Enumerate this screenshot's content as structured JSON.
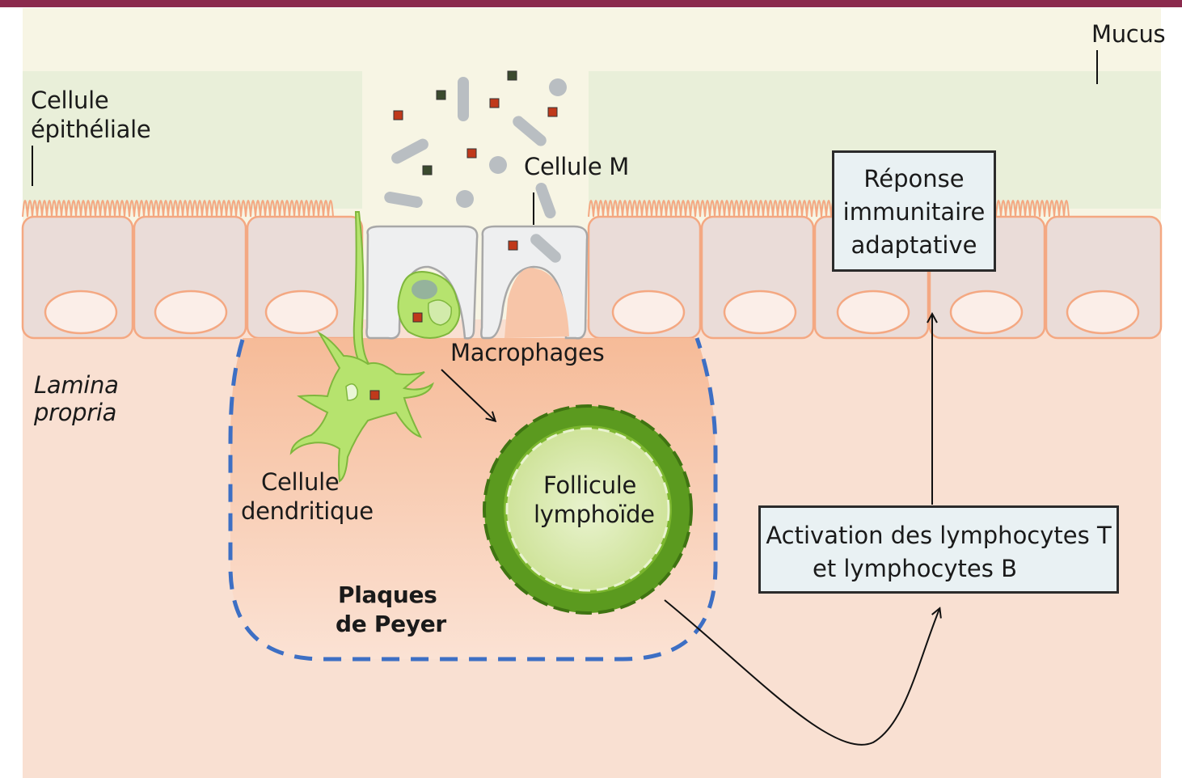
{
  "labels": {
    "mucus": "Mucus",
    "epithelial_line1": "Cellule",
    "epithelial_line2": "épithéliale",
    "m_cell": "Cellule M",
    "macrophages": "Macrophages",
    "lamina_line1": "Lamina",
    "lamina_line2": "propria",
    "dendritic_line1": "Cellule",
    "dendritic_line2": "dendritique",
    "follicle_line1": "Follicule",
    "follicle_line2": "lymphoïde",
    "peyer_line1": "Plaques",
    "peyer_line2": "de Peyer"
  },
  "boxes": {
    "adaptive_response": [
      "Réponse",
      "immunitaire",
      "adaptative"
    ],
    "activation": [
      "Activation des lymphocytes T",
      "et lymphocytes B"
    ]
  },
  "colors": {
    "top_band": "#8b2a4d",
    "mucus": "#e9efd9",
    "lamina": "#f9e0d2",
    "epithelial_cell": "#eadcd8",
    "cell_outline": "#f4a882",
    "m_cell": "#eeeff0",
    "peyer_fill": "#f7c5a8",
    "peyer_border": "#3d6fc4",
    "follicle_ring": "#5b9a1f",
    "follicle_center": "#dcebb8",
    "dendritic_cell": "#b6e36e",
    "bacteria": "#b9bec2",
    "antigen": "#c0391b"
  }
}
